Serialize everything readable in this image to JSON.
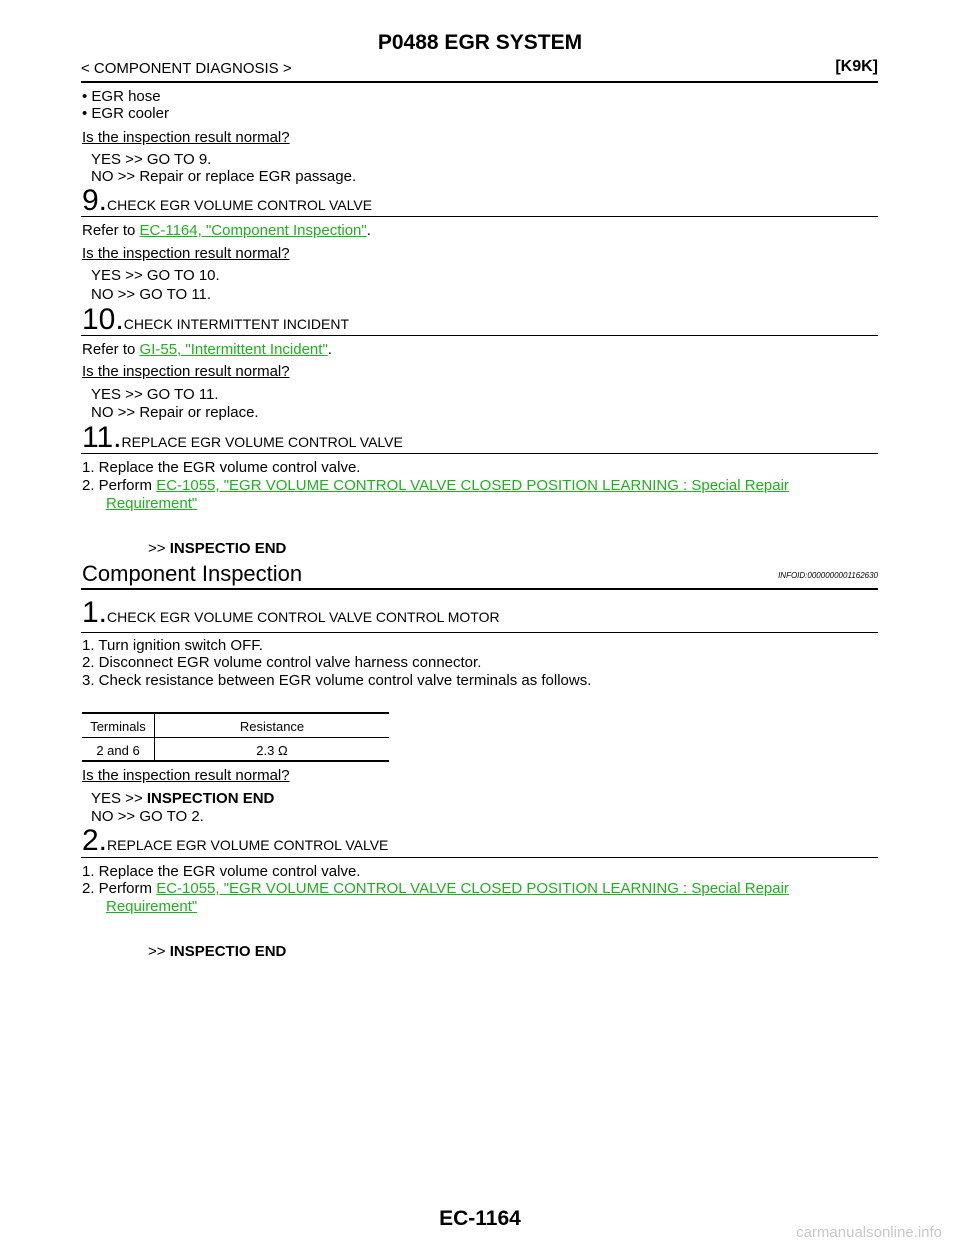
{
  "header": {
    "title": "P0488 EGR SYSTEM",
    "breadcrumb": "< COMPONENT DIAGNOSIS >",
    "engine_code": "[K9K]"
  },
  "top_items": [
    "• EGR hose",
    "• EGR cooler"
  ],
  "question": "Is the inspection result normal?",
  "step8": {
    "yes": "YES      >> GO TO 9.",
    "no": "NO       >> Repair or replace EGR passage."
  },
  "step9": {
    "num": "9.",
    "title": "CHECK EGR VOLUME CONTROL VALVE",
    "refer_prefix": "Refer to ",
    "link": "EC-1164, \"Component Inspection\"",
    "refer_suffix": ".",
    "yes": "YES      >> GO TO 10.",
    "no": "NO       >> GO TO 11."
  },
  "step10": {
    "num": "10.",
    "title": "CHECK INTERMITTENT INCIDENT",
    "refer_prefix": "Refer to ",
    "link": "GI-55, \"Intermittent Incident\"",
    "refer_suffix": ".",
    "yes": "YES      >> GO TO 11.",
    "no": "NO       >> Repair or replace."
  },
  "step11": {
    "num": "11.",
    "title": "REPLACE EGR VOLUME CONTROL VALVE",
    "item1": "1.  Replace the EGR volume control valve.",
    "item2_prefix": "2.  Perform ",
    "link_line1": "EC-1055, \"EGR VOLUME CONTROL VALVE CLOSED POSITION LEARNING : Special Repair",
    "link_line2": "Requirement\"",
    "end_arrow": ">>",
    "end_text": "INSPECTIO END"
  },
  "component_inspection": {
    "title": "Component Inspection",
    "infoid": "INFOID:0000000001162630"
  },
  "ci_step1": {
    "num": "1.",
    "title": "CHECK EGR VOLUME CONTROL VALVE CONTROL MOTOR",
    "item1": "1.  Turn ignition switch OFF.",
    "item2": "2.  Disconnect EGR volume control valve harness connector.",
    "item3": "3.  Check resistance between EGR volume control valve terminals as follows.",
    "table": {
      "headers": [
        "Terminals",
        "Resistance"
      ],
      "rows": [
        [
          "2 and 6",
          "2.3 Ω"
        ]
      ]
    },
    "yes_prefix": "YES      >> ",
    "yes_bold": "INSPECTION END",
    "no": "NO       >> GO TO 2."
  },
  "ci_step2": {
    "num": "2.",
    "title": "REPLACE EGR VOLUME CONTROL VALVE",
    "item1": "1.  Replace the EGR volume control valve.",
    "item2_prefix": "2.  Perform ",
    "link_line1": "EC-1055, \"EGR VOLUME CONTROL VALVE CLOSED POSITION LEARNING : Special Repair",
    "link_line2": "Requirement\"",
    "end_arrow": ">>",
    "end_text": "INSPECTIO END"
  },
  "footer": {
    "page": "EC-1164",
    "watermark": "carmanualsonline.info"
  }
}
